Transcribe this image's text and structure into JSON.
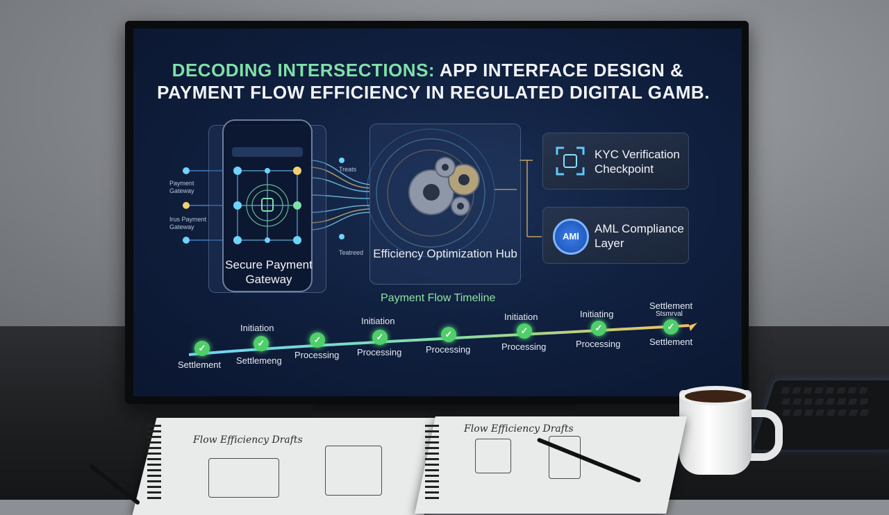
{
  "title": {
    "line1_highlight": "DECODING INTERSECTIONS:",
    "line1_rest": " APP INTERFACE DESIGN &",
    "line2": "PAYMENT FLOW EFFICIENCY IN REGULATED DIGITAL GAMB."
  },
  "gateway": {
    "label": "Secure Payment Gateway",
    "left_labels": [
      "Payment Gateway",
      "Irus Payment Gateway"
    ],
    "right_labels": [
      "Treats",
      "Teatreed"
    ]
  },
  "hub": {
    "label": "Efficiency Optimization Hub"
  },
  "cards": {
    "kyc": "KYC Verification Checkpoint",
    "aml": "AML Compliance Layer",
    "aml_badge": "AMl"
  },
  "timeline": {
    "title": "Payment Flow Timeline",
    "bottom_labels": [
      "Settlement",
      "Settlemeng",
      "Processing",
      "Processing",
      "Processing",
      "Processing",
      "Processing",
      "Settlement"
    ],
    "top_labels": [
      "Initiation",
      "Initiation",
      "Initiation",
      "Initiating",
      "Settlement",
      "Stsmrval"
    ]
  },
  "notebooks": {
    "left_title": "Flow Efficiency Drafts",
    "right_title": "Flow Efficiency Drafts"
  },
  "colors": {
    "accent": "#7fe0a8",
    "check": "#4fcf6a",
    "screen_bg": "#10203f",
    "timeline_glow": "#6fd3ff"
  },
  "icons": [
    "check-icon",
    "gear-icon",
    "shield-icon",
    "scan-icon",
    "aml-badge-icon",
    "coffee-mug",
    "keyboard",
    "pen"
  ]
}
